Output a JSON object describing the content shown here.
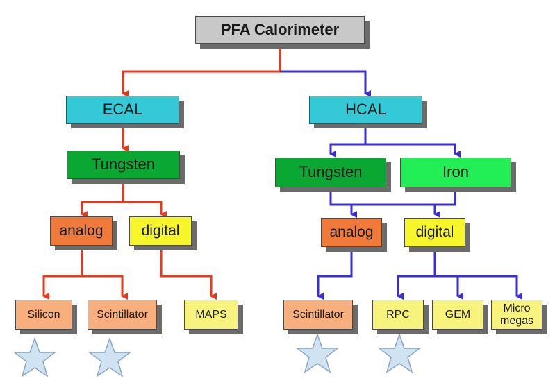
{
  "nodes": {
    "root": "PFA Calorimeter",
    "ecal": "ECAL",
    "hcal": "HCAL",
    "ecal_tungsten": "Tungsten",
    "hcal_tungsten": "Tungsten",
    "hcal_iron": "Iron",
    "ecal_analog": "analog",
    "ecal_digital": "digital",
    "hcal_analog": "analog",
    "hcal_digital": "digital",
    "silicon": "Silicon",
    "ecal_scintillator": "Scintillator",
    "maps": "MAPS",
    "hcal_scintillator": "Scintillator",
    "rpc": "RPC",
    "gem": "GEM",
    "micromegas": "Micro megas"
  },
  "colors": {
    "ecal_branch": "#e8381e",
    "hcal_branch": "#3a2fd6",
    "star_fill": "#cfe3f3",
    "star_stroke": "#8aa6c0"
  },
  "icons": {
    "highlight_marker": "star-icon"
  }
}
